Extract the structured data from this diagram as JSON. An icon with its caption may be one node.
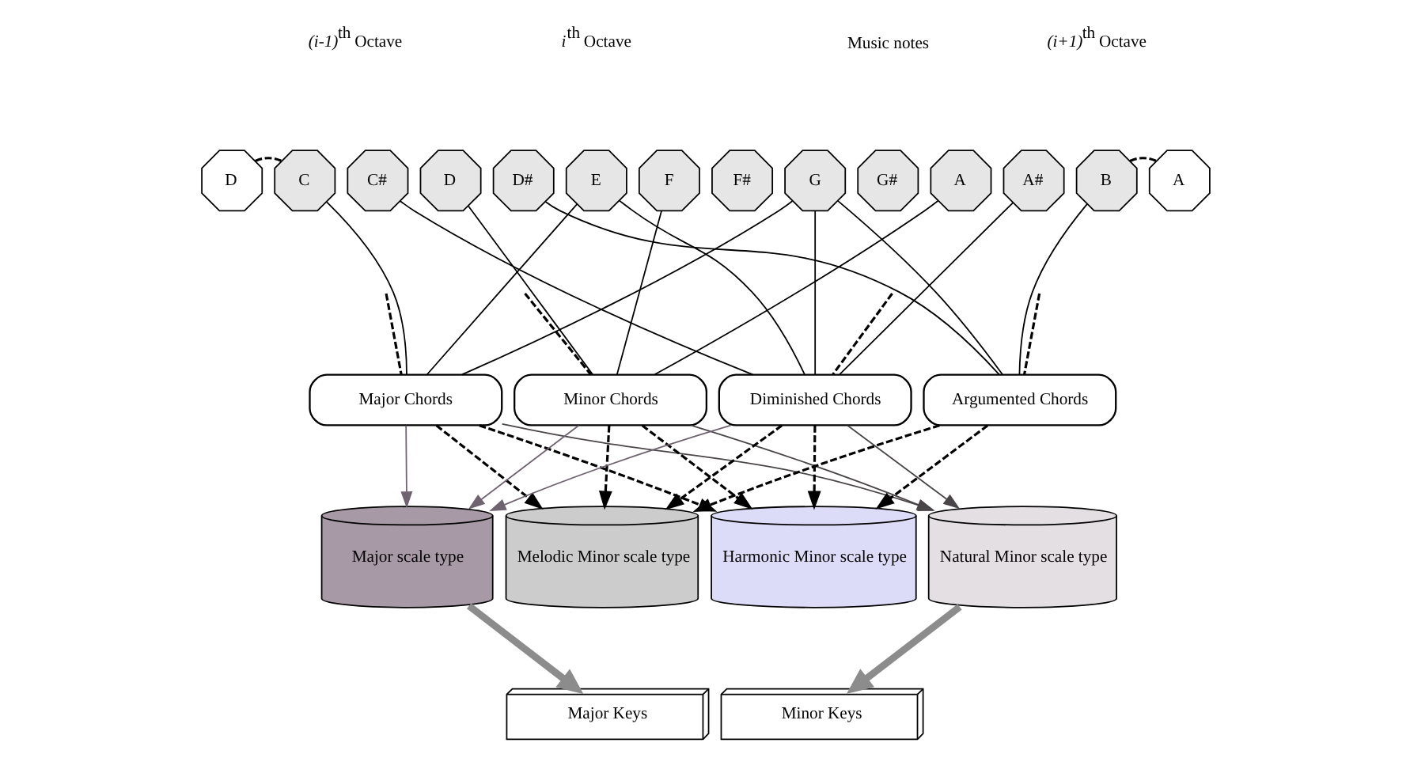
{
  "diagram": {
    "nodes": [
      {
        "text": [
          "D"
        ]
      },
      {
        "text": [
          "C"
        ]
      },
      {
        "text": [
          "C#"
        ]
      },
      {
        "text": [
          "D"
        ]
      },
      {
        "text": [
          "D#"
        ]
      },
      {
        "text": [
          "E"
        ]
      },
      {
        "text": [
          "F"
        ]
      },
      {
        "text": [
          "F#"
        ]
      },
      {
        "text": [
          "G"
        ]
      },
      {
        "text": [
          "G#"
        ]
      },
      {
        "text": [
          "A"
        ]
      },
      {
        "text": [
          "A#"
        ]
      },
      {
        "text": [
          "B"
        ]
      },
      {
        "text": [
          "A"
        ]
      },
      {
        "text": [
          "Major Chords"
        ]
      },
      {
        "text": [
          "Minor Chords"
        ]
      },
      {
        "text": [
          "Diminished Chords"
        ]
      },
      {
        "text": [
          "Argumented Chords"
        ]
      },
      {
        "text": [
          "Major scale type"
        ]
      },
      {
        "text": [
          "Melodic Minor scale type"
        ]
      },
      {
        "text": [
          "Harmonic Minor scale type"
        ]
      },
      {
        "text": [
          "Natural Minor scale type"
        ]
      },
      {
        "text": [
          "Major Keys"
        ]
      },
      {
        "text": [
          "Minor Keys"
        ]
      }
    ],
    "edges": [
      {
        "from": 0,
        "to": 1,
        "arrow": "none",
        "style": "dashed"
      },
      {
        "from": 12,
        "to": 13,
        "arrow": "none",
        "style": "dashed"
      },
      {
        "from": 1,
        "to": 14,
        "arrow": "none"
      },
      {
        "from": 5,
        "to": 14,
        "arrow": "none"
      },
      {
        "from": 8,
        "to": 14,
        "arrow": "none"
      },
      {
        "from": 3,
        "to": 15,
        "arrow": "none"
      },
      {
        "from": 6,
        "to": 15,
        "arrow": "none"
      },
      {
        "from": 10,
        "to": 15,
        "arrow": "none"
      },
      {
        "from": 2,
        "to": 16,
        "arrow": "none"
      },
      {
        "from": 5,
        "to": 16,
        "arrow": "none"
      },
      {
        "from": 8,
        "to": 16,
        "arrow": "none"
      },
      {
        "from": 11,
        "to": 16,
        "arrow": "none"
      },
      {
        "from": 4,
        "to": 17,
        "arrow": "none"
      },
      {
        "from": 8,
        "to": 17,
        "arrow": "none"
      },
      {
        "from": 12,
        "to": 17,
        "arrow": "none"
      },
      {
        "from": null,
        "to": 14,
        "arrow": "none",
        "style": "dashed"
      },
      {
        "from": null,
        "to": 15,
        "arrow": "none",
        "style": "dashed"
      },
      {
        "from": null,
        "to": 16,
        "arrow": "none",
        "style": "dashed"
      },
      {
        "from": null,
        "to": 17,
        "arrow": "none",
        "style": "dashed"
      },
      {
        "from": 14,
        "to": 18,
        "arrow": "to",
        "color": "#6f6370"
      },
      {
        "from": 15,
        "to": 18,
        "arrow": "to",
        "color": "#6f6370"
      },
      {
        "from": 16,
        "to": 18,
        "arrow": "to",
        "color": "#6f6370"
      },
      {
        "from": 14,
        "to": 19,
        "arrow": "to",
        "style": "dashed"
      },
      {
        "from": 15,
        "to": 19,
        "arrow": "to",
        "style": "dashed"
      },
      {
        "from": 16,
        "to": 19,
        "arrow": "to",
        "style": "dashed"
      },
      {
        "from": 17,
        "to": 19,
        "arrow": "to",
        "style": "dashed"
      },
      {
        "from": 14,
        "to": 20,
        "arrow": "to",
        "style": "dashed"
      },
      {
        "from": 15,
        "to": 20,
        "arrow": "to",
        "style": "dashed"
      },
      {
        "from": 16,
        "to": 20,
        "arrow": "to",
        "style": "dashed"
      },
      {
        "from": 17,
        "to": 20,
        "arrow": "to",
        "style": "dashed"
      },
      {
        "from": 14,
        "to": 21,
        "arrow": "to",
        "color": "#4a4548"
      },
      {
        "from": 15,
        "to": 21,
        "arrow": "to",
        "color": "#4a4548"
      },
      {
        "from": 16,
        "to": 21,
        "arrow": "to",
        "color": "#4a4548"
      },
      {
        "from": 18,
        "to": 22,
        "arrow": "to",
        "style": "thick",
        "color": "#8c8c8c"
      },
      {
        "from": 21,
        "to": 23,
        "arrow": "to",
        "style": "thick",
        "color": "#8c8c8c"
      }
    ],
    "labels": [
      "*(i-1)*$^{th}$ Octave",
      "*i*$^{th}$ Octave",
      "Music notes",
      "*(i+1)*$^{th}$ Octave"
    ]
  }
}
